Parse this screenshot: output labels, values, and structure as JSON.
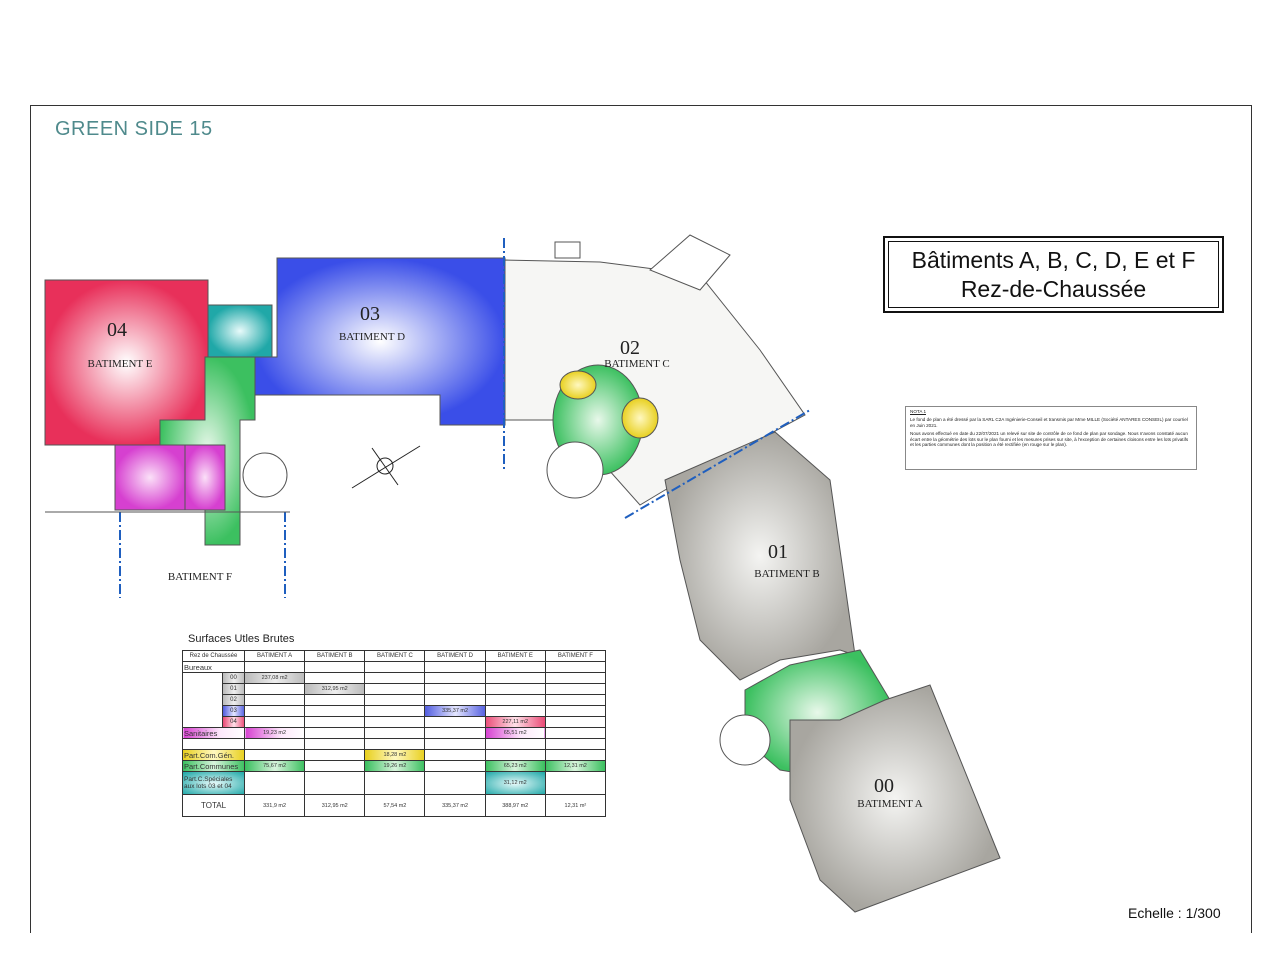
{
  "header": {
    "title": "GREEN SIDE 15"
  },
  "title_box": {
    "line1": "Bâtiments A, B, C, D, E et F",
    "line2": "Rez-de-Chaussée"
  },
  "nota": {
    "heading": "NOTA 1",
    "p1": "Le fond de plan a été dressé par la SARL C2A Ingénierie-Conseil et transmis par Mme MILLE (Société ANTARES CONSEIL) par courriel en Juin 2021.",
    "p2": "Nous avons effectué en date du 22/07/2021 un relevé sur site de contrôle de ce fond de plan par sondage. Nous n'avons constaté aucun écart entre la géométrie des lots sur le plan fourni et les mesures prises sur site, à l'exception de certaines cloisons entre les lots privatifs et les parties communes dont la position a été rectifiée (en rouge sur le plan)."
  },
  "scale": "Echelle : 1/300",
  "plan": {
    "labels": {
      "lot04": "04",
      "batE": "BATIMENT E",
      "lot03": "03",
      "batD": "BATIMENT D",
      "lot02": "02",
      "batC": "BATIMENT C",
      "lot01": "01",
      "batB": "BATIMENT B",
      "lot00": "00",
      "batA": "BATIMENT A",
      "batF": "BATIMENT F"
    },
    "colors": {
      "lot04": "#e8305a",
      "lot03": "#3a4ee8",
      "lot01": "#9a9890",
      "lot00": "#9a9890",
      "communes": "#3cc060",
      "sanitaires": "#d640d0",
      "com_gen": "#e8d020",
      "speciales": "#20a8a8",
      "limits": "#1f5fbf"
    }
  },
  "table": {
    "title": "Surfaces Utles Brutes",
    "headers": [
      "Rez de Chaussée",
      "BATIMENT A",
      "BATIMENT B",
      "BATIMENT C",
      "BATIMENT D",
      "BATIMENT E",
      "BATIMENT F"
    ],
    "bureaux_label": "Bureaux",
    "lots": [
      {
        "lot": "00",
        "color": "gray",
        "cells": [
          "237,08 m2",
          "",
          "",
          "",
          "",
          ""
        ]
      },
      {
        "lot": "01",
        "color": "gray",
        "cells": [
          "",
          "312,95 m2",
          "",
          "",
          "",
          ""
        ]
      },
      {
        "lot": "02",
        "color": "gray",
        "cells": [
          "",
          "",
          "",
          "",
          "",
          ""
        ]
      },
      {
        "lot": "03",
        "color": "blue",
        "cells": [
          "",
          "",
          "",
          "335,37 m2",
          "",
          ""
        ]
      },
      {
        "lot": "04",
        "color": "pink",
        "cells": [
          "",
          "",
          "",
          "",
          "227,11 m2",
          ""
        ]
      }
    ],
    "rows": [
      {
        "label": "Sanitaires",
        "color": "mag",
        "cells": [
          "19,23 m2",
          "",
          "",
          "",
          "65,51 m2",
          ""
        ]
      },
      {
        "label": "",
        "color": "",
        "cells": [
          "",
          "",
          "",
          "",
          "",
          ""
        ]
      },
      {
        "label": "Part.Com.Gén.",
        "color": "yel",
        "cells": [
          "",
          "",
          "18,28 m2",
          "",
          "",
          ""
        ]
      },
      {
        "label": "Part.Communes",
        "color": "grn",
        "cells": [
          "75,67 m2",
          "",
          "19,26 m2",
          "",
          "65,23 m2",
          "12,31 m2"
        ]
      },
      {
        "label": "Part.C.Spéciales aux lots 03 et 04",
        "color": "teal",
        "cells": [
          "",
          "",
          "",
          "",
          "31,12 m2",
          ""
        ]
      }
    ],
    "total": {
      "label": "TOTAL",
      "cells": [
        "331,9 m2",
        "312,95 m2",
        "57,54 m2",
        "335,37 m2",
        "388,97 m2",
        "12,31 m²"
      ]
    }
  }
}
